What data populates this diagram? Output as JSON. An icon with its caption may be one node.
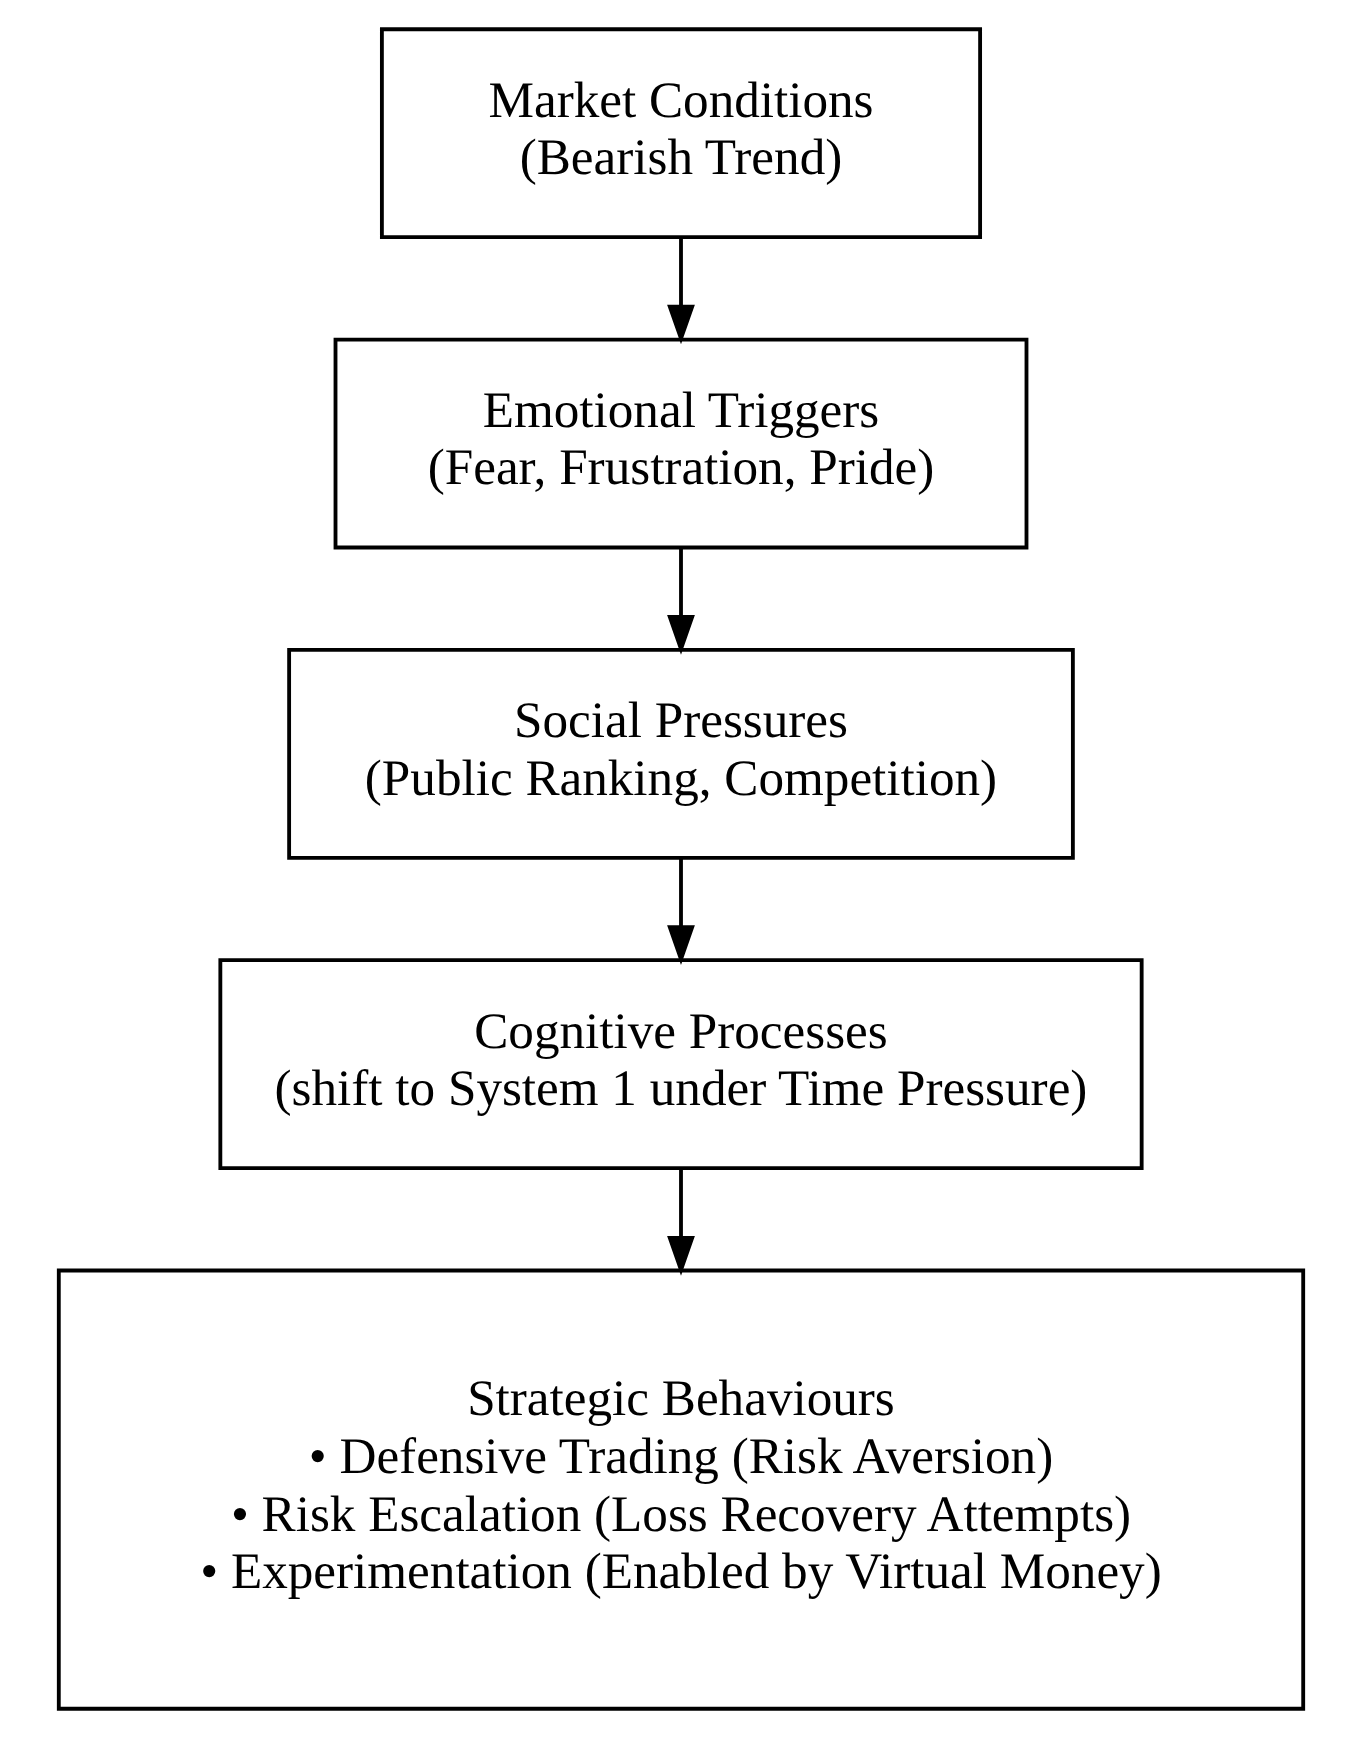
{
  "diagram": {
    "nodes": [
      {
        "text": [
          "Market Conditions",
          "(Bearish Trend)"
        ]
      },
      {
        "text": [
          "Emotional Triggers",
          "(Fear, Frustration, Pride)"
        ]
      },
      {
        "text": [
          "Social Pressures",
          "(Public Ranking, Competition)"
        ]
      },
      {
        "text": [
          "Cognitive Processes",
          "(shift to System 1 under Time Pressure)"
        ]
      },
      {
        "text": [
          "Strategic Behaviours",
          "• Defensive Trading (Risk Aversion)",
          "• Risk Escalation (Loss Recovery Attempts)",
          "• Experimentation (Enabled by Virtual Money)"
        ]
      }
    ],
    "edges": [
      {
        "from": 0,
        "to": 1,
        "arrow": "to"
      },
      {
        "from": 1,
        "to": 2,
        "arrow": "to"
      },
      {
        "from": 2,
        "to": 3,
        "arrow": "to"
      },
      {
        "from": 3,
        "to": 4,
        "arrow": "to"
      }
    ]
  }
}
